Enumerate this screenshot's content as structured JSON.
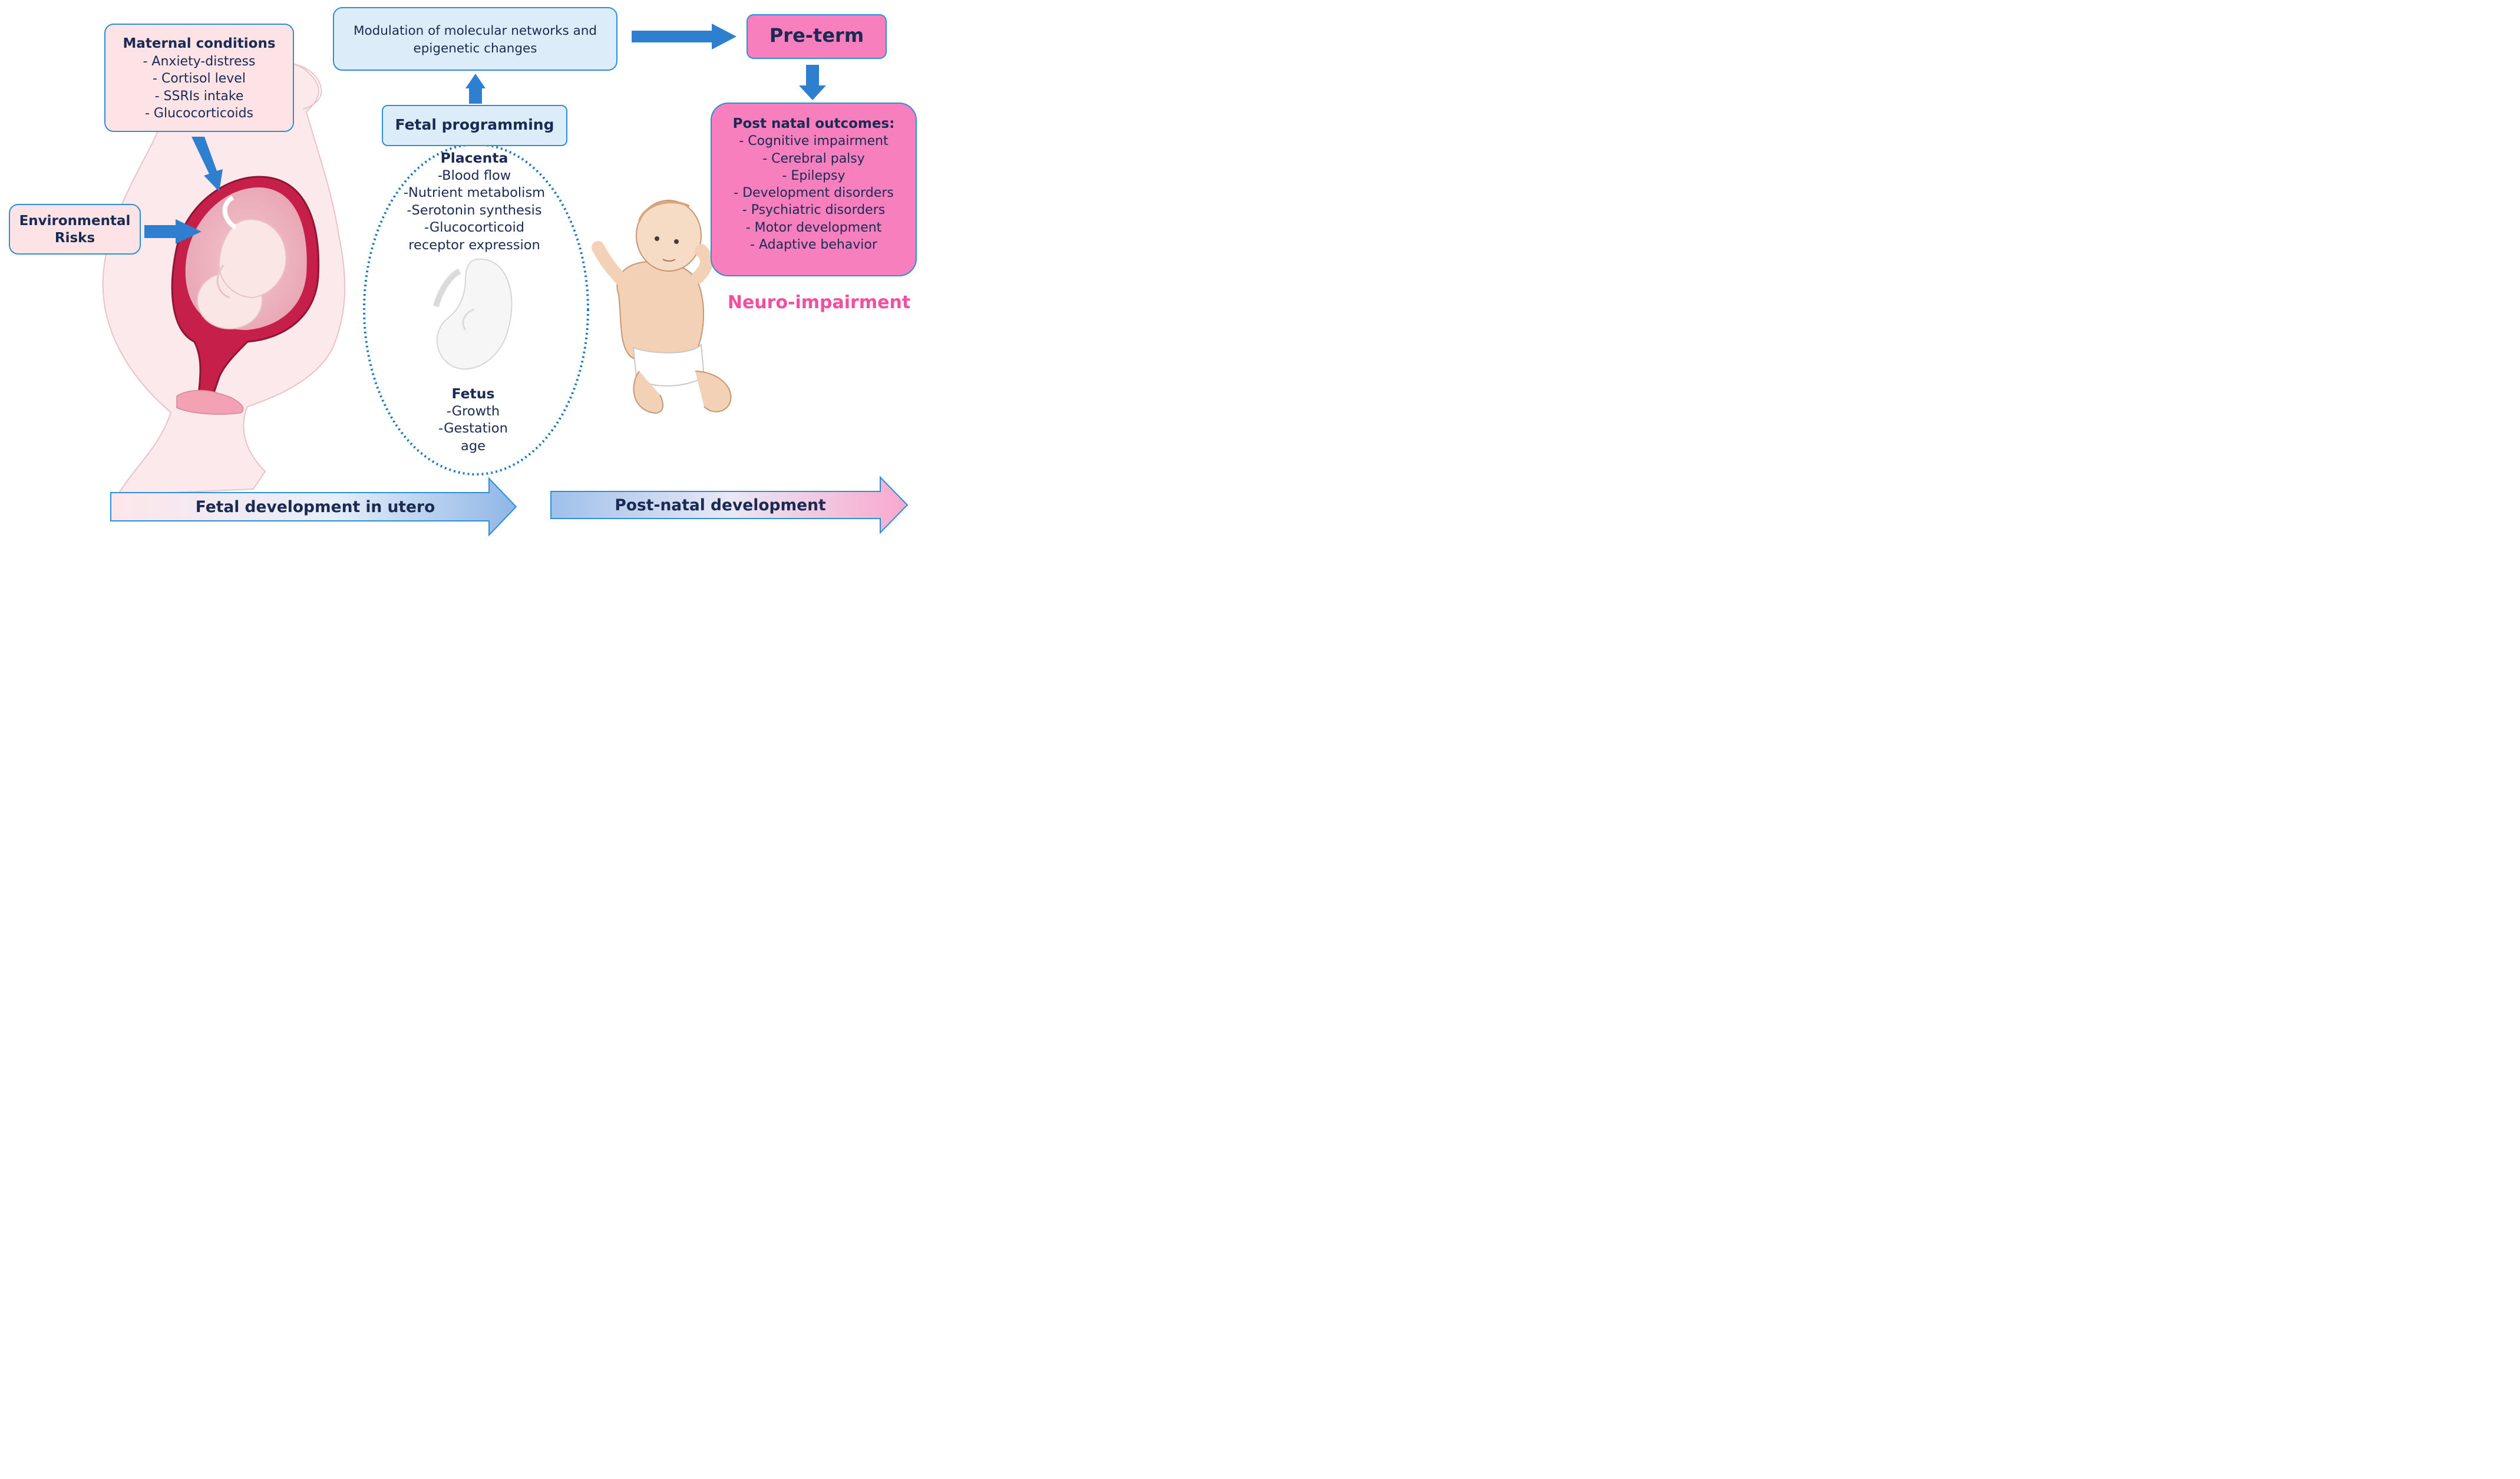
{
  "maternal": {
    "title": "Maternal conditions",
    "items": [
      "- Anxiety-distress",
      "- Cortisol level",
      "- SSRIs intake",
      "- Glucocorticoids"
    ]
  },
  "environmental": {
    "line1": "Environmental",
    "line2": "Risks"
  },
  "modulation": {
    "line1": "Modulation of molecular networks and",
    "line2": "epigenetic changes"
  },
  "fetal_programming": {
    "label": "Fetal programming"
  },
  "placenta": {
    "title": "Placenta",
    "items": [
      "-Blood flow",
      "-Nutrient metabolism",
      "-Serotonin synthesis",
      "-Glucocorticoid",
      "receptor expression"
    ]
  },
  "fetus": {
    "title": "Fetus",
    "items": [
      "-Growth",
      "-Gestation",
      "age"
    ]
  },
  "preterm": {
    "label": "Pre-term"
  },
  "postnatal": {
    "title": "Post natal outcomes:",
    "items": [
      "- Cognitive impairment",
      "- Cerebral palsy",
      "- Epilepsy",
      "- Development disorders",
      "- Psychiatric disorders",
      "- Motor development",
      "- Adaptive behavior"
    ]
  },
  "neuro": {
    "label": "Neuro-impairment"
  },
  "bottom": {
    "utero": "Fetal development in utero",
    "postnatal": "Post-natal development"
  },
  "colors": {
    "box_border": "#2e8fd6",
    "pink_box": "#fde3e6",
    "blue_box": "#dcedf9",
    "hot_pink": "#f77fbe",
    "neuro_text": "#f0509e",
    "arrow": "#2e7fd0",
    "navy_text": "#1a2a52"
  }
}
